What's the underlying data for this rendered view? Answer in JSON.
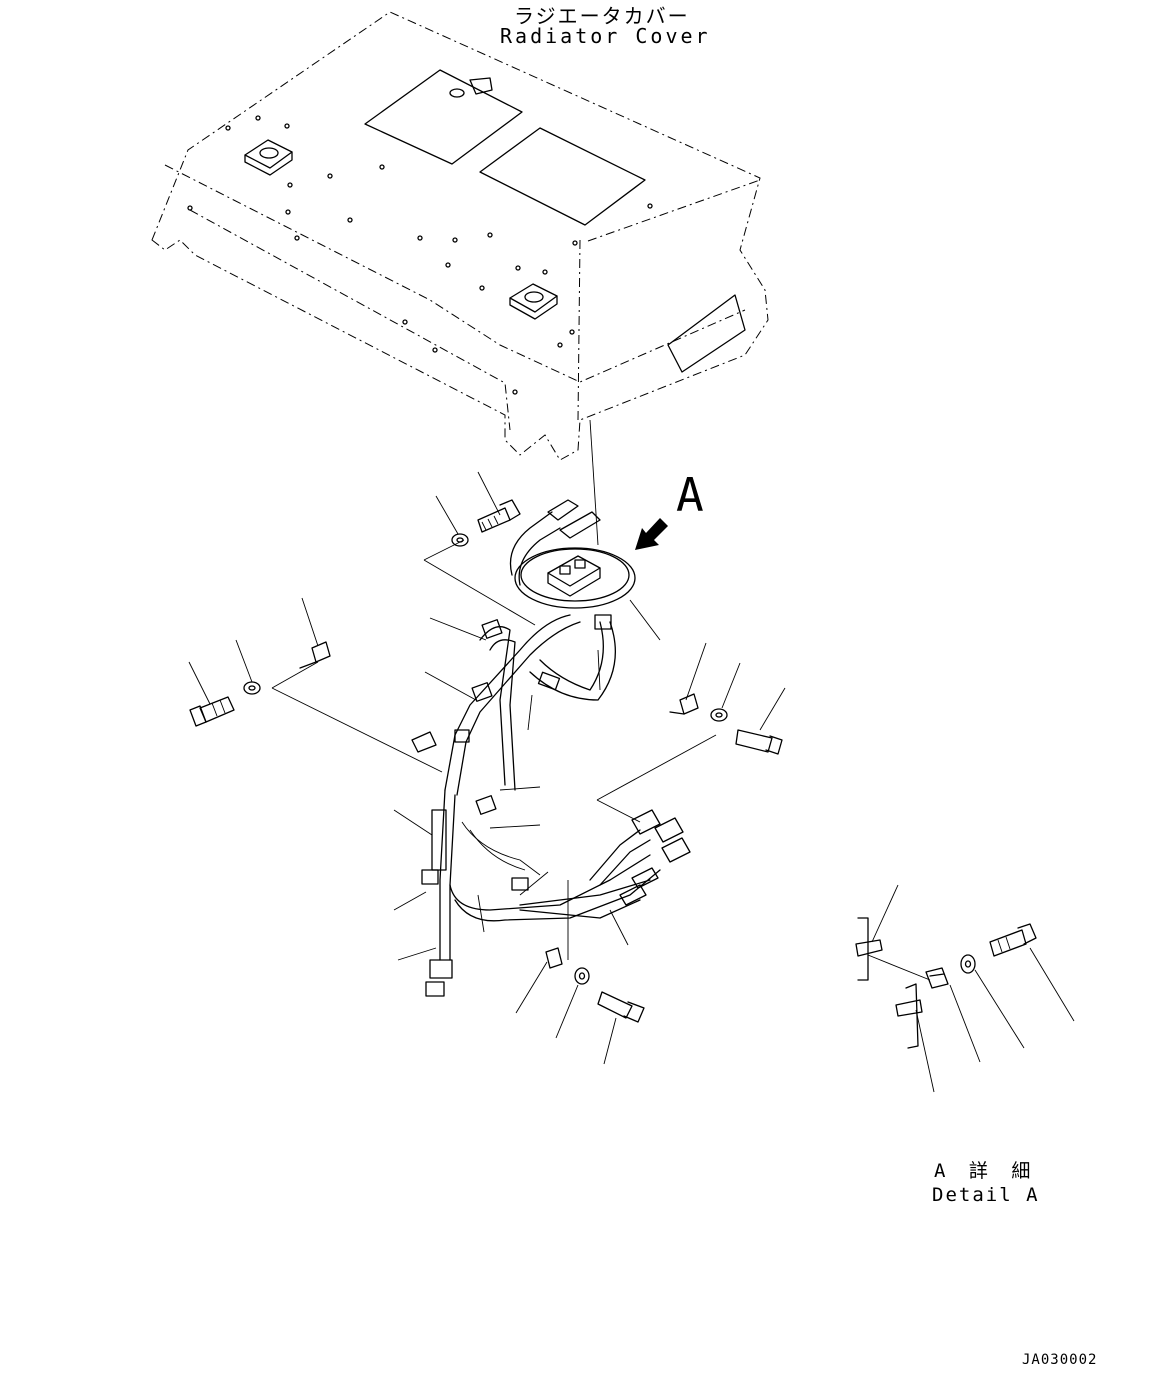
{
  "labels": {
    "radiator_cover_jp": "ラジエータカバー",
    "radiator_cover_en": "Radiator Cover",
    "view_marker": "A",
    "detail_jp": "A 詳 細",
    "detail_en": "Detail A",
    "drawing_code": "JA030002"
  },
  "colors": {
    "line": "#000000",
    "background": "#ffffff"
  }
}
